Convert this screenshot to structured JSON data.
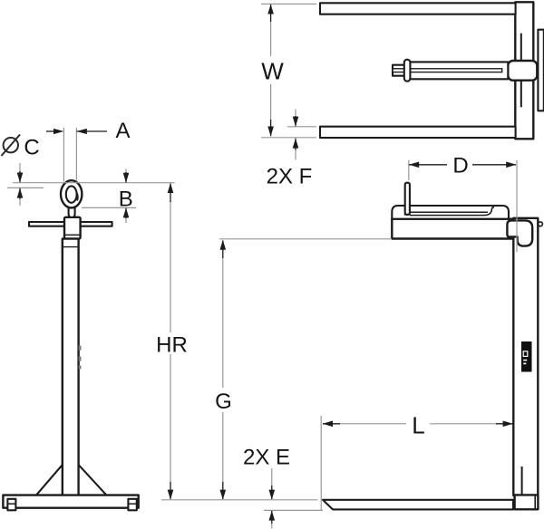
{
  "labels": {
    "ring_inner_width": "A",
    "ring_wire_diameter": "C",
    "ring_length": "B",
    "overall_width": "W",
    "tine_thickness": "2X F",
    "head_depth": "D",
    "overall_height": "HR",
    "under_clearance": "G",
    "tine_length": "L",
    "plate_thickness": "2X E"
  },
  "colors": {
    "object_line": "#1b1b1b",
    "dimension_line": "#979797",
    "text": "#141414",
    "background": "#ffffff",
    "tag_fill": "#101010"
  }
}
